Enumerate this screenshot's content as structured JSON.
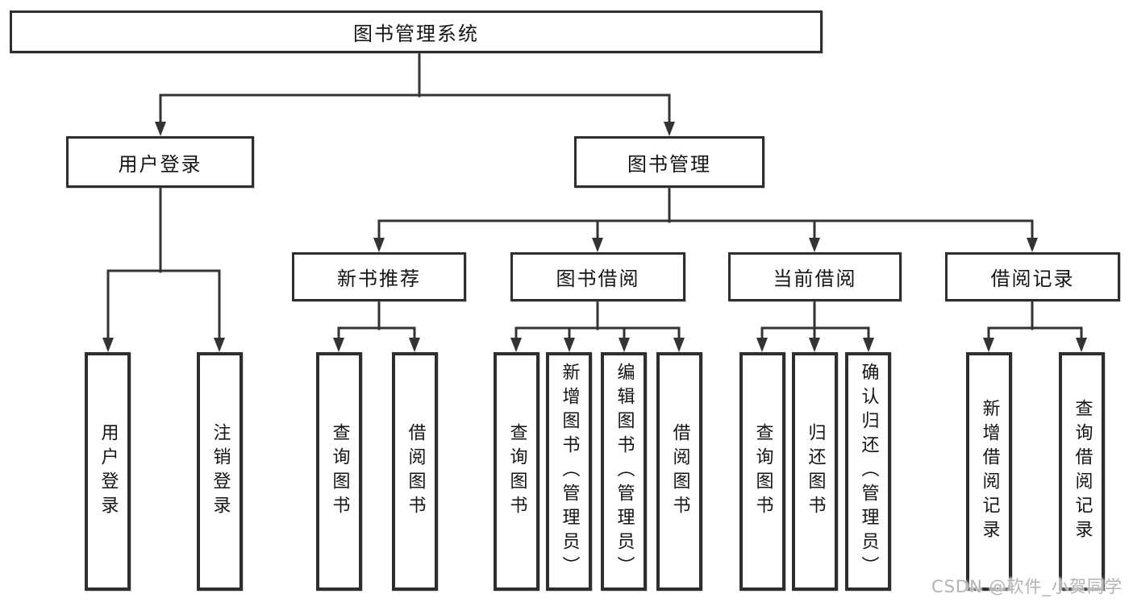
{
  "diagram": {
    "type": "hierarchy-tree",
    "root": {
      "label": "图书管理系统"
    },
    "branches": [
      {
        "label": "用户登录",
        "leaves": [
          "用户登录",
          "注销登录"
        ]
      },
      {
        "label": "图书管理",
        "sections": [
          {
            "label": "新书推荐",
            "leaves": [
              "查询图书",
              "借阅图书"
            ]
          },
          {
            "label": "图书借阅",
            "leaves": [
              "查询图书",
              "新增图书（管理员）",
              "编辑图书（管理员）",
              "借阅图书"
            ]
          },
          {
            "label": "当前借阅",
            "leaves": [
              "查询图书",
              "归还图书",
              "确认归还（管理员）"
            ]
          },
          {
            "label": "借阅记录",
            "leaves": [
              "新增借阅记录",
              "查询借阅记录"
            ]
          }
        ]
      }
    ],
    "line_color": "#333333",
    "box_border_color": "#2e2e2e",
    "text_color": "#141414",
    "background_color": "#ffffff"
  },
  "watermark": {
    "text": "CSDN @软件_小贺同学",
    "color": "#b3b3b3"
  }
}
